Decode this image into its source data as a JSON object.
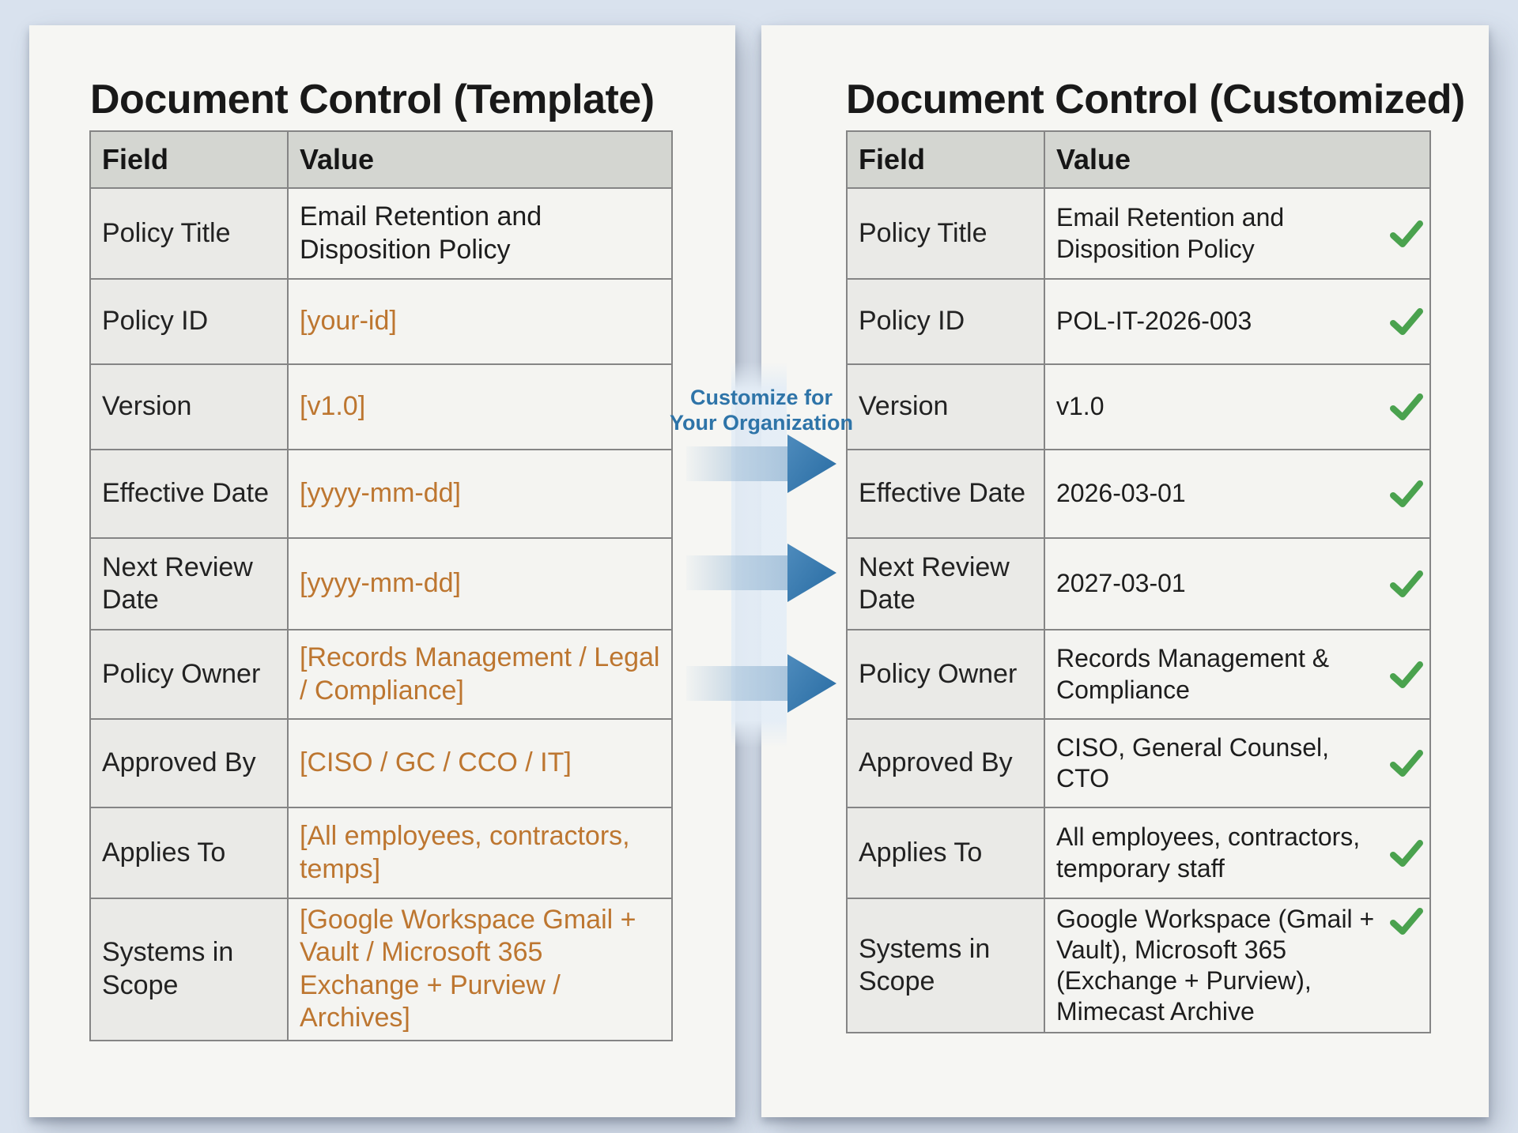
{
  "template_doc": {
    "title": "Document Control (Template)",
    "columns": {
      "field": "Field",
      "value": "Value"
    },
    "rows": [
      {
        "field": "Policy Title",
        "value": "Email Retention and Disposition Policy",
        "placeholder": false
      },
      {
        "field": "Policy ID",
        "value": "[your-id]",
        "placeholder": true
      },
      {
        "field": "Version",
        "value": "[v1.0]",
        "placeholder": true
      },
      {
        "field": "Effective Date",
        "value": "[yyyy-mm-dd]",
        "placeholder": true
      },
      {
        "field": "Next Review Date",
        "value": "[yyyy-mm-dd]",
        "placeholder": true
      },
      {
        "field": "Policy Owner",
        "value": "[Records Management / Legal / Compliance]",
        "placeholder": true
      },
      {
        "field": "Approved By",
        "value": "[CISO / GC / CCO / IT]",
        "placeholder": true
      },
      {
        "field": "Applies To",
        "value": "[All employees, contractors, temps]",
        "placeholder": true
      },
      {
        "field": "Systems in Scope",
        "value": "[Google Workspace Gmail + Vault / Microsoft 365 Exchange + Purview / Archives]",
        "placeholder": true
      }
    ]
  },
  "customized_doc": {
    "title": "Document Control (Customized)",
    "columns": {
      "field": "Field",
      "value": "Value"
    },
    "rows": [
      {
        "field": "Policy Title",
        "value": "Email Retention and Disposition Policy",
        "checked": true
      },
      {
        "field": "Policy ID",
        "value": "POL-IT-2026-003",
        "checked": true
      },
      {
        "field": "Version",
        "value": "v1.0",
        "checked": true
      },
      {
        "field": "Effective Date",
        "value": "2026-03-01",
        "checked": true
      },
      {
        "field": "Next Review Date",
        "value": "2027-03-01",
        "checked": true
      },
      {
        "field": "Policy Owner",
        "value": "Records Management & Compliance",
        "checked": true
      },
      {
        "field": "Approved By",
        "value": "CISO, General Counsel, CTO",
        "checked": true
      },
      {
        "field": "Applies To",
        "value": "All employees, contractors, temporary staff",
        "checked": true
      },
      {
        "field": "Systems in Scope",
        "value": "Google Workspace (Gmail + Vault), Microsoft 365 (Exchange + Purview), Mimecast Archive",
        "checked": true
      }
    ]
  },
  "connector": {
    "label": [
      "Customize for",
      "Your Organization"
    ],
    "arrow_count": 3
  },
  "colors": {
    "background": "#d9e2ee",
    "paper": "#f6f6f3",
    "table_header_bg": "#d4d6d1",
    "field_cell_bg": "#eaeae7",
    "value_cell_bg": "#f4f4f1",
    "border": "#858585",
    "text": "#1d1d1d",
    "placeholder_orange": "#bd7630",
    "connector_blue": "#2e74a8",
    "check_green": "#4aa24e"
  }
}
